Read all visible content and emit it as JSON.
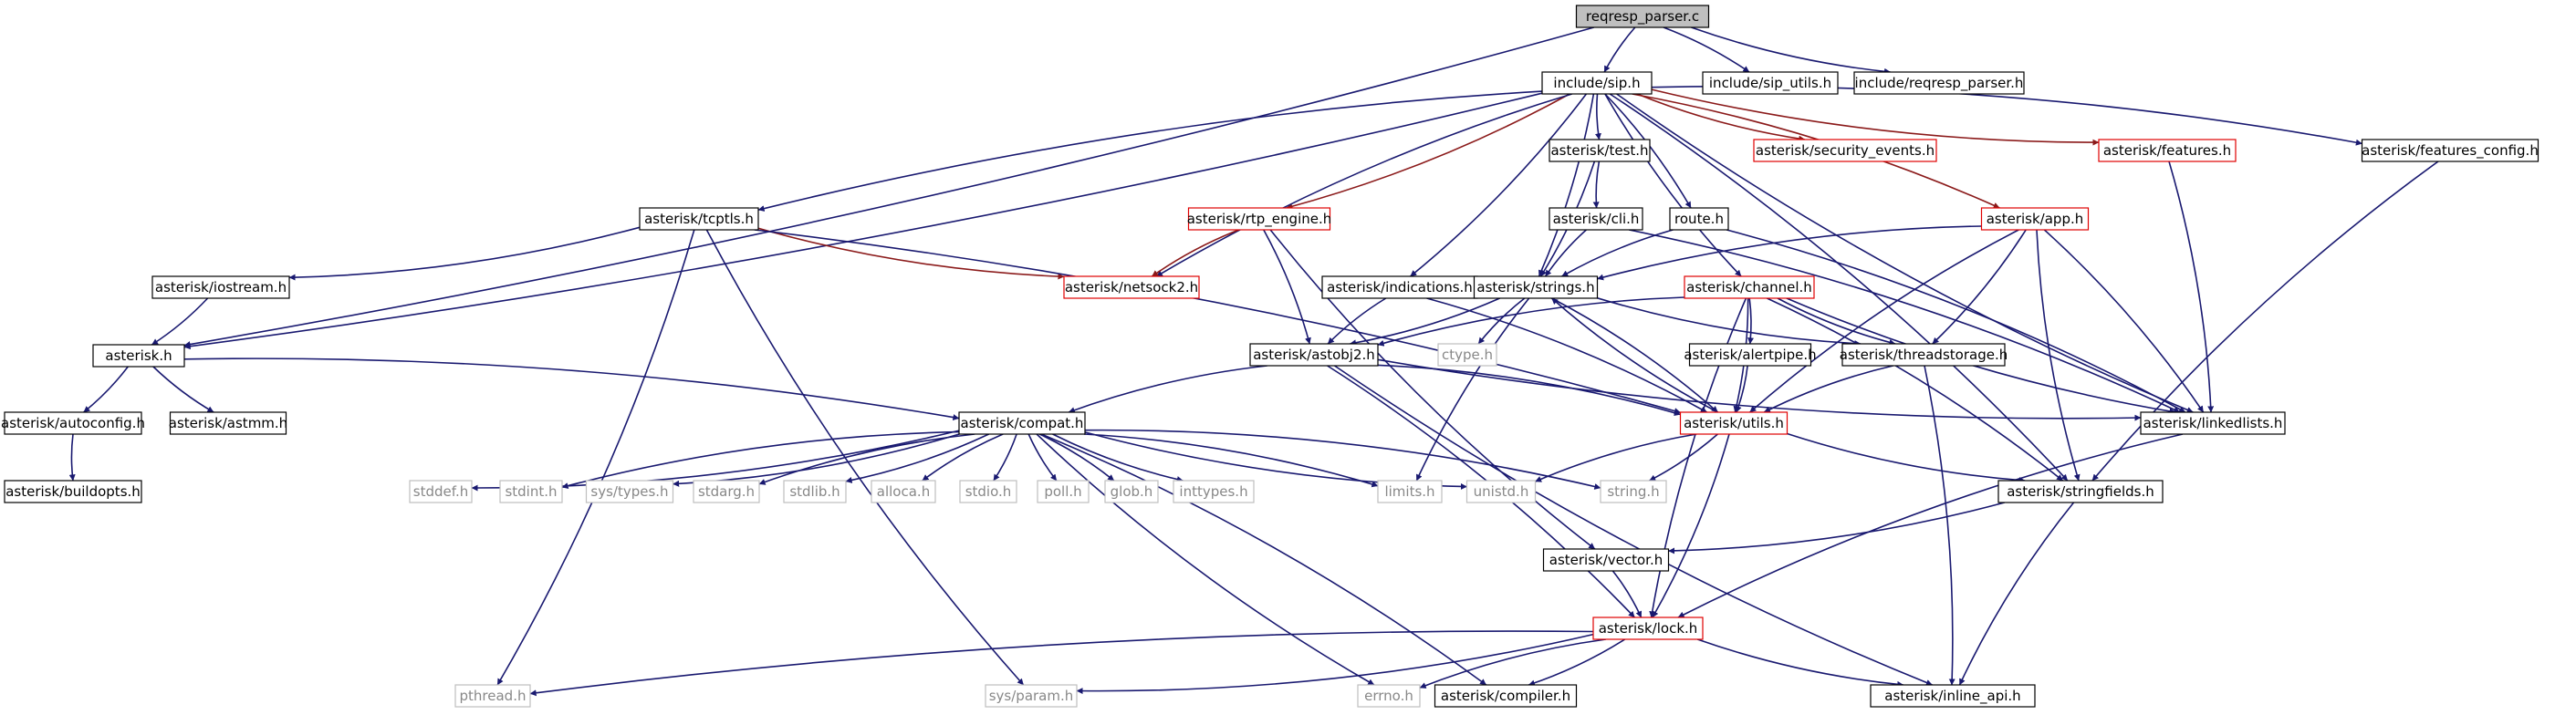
{
  "diagram": {
    "colors": {
      "edge": "#191970",
      "edge_alt": "#8b1a1a",
      "node_border": "#000000",
      "node_border_truncated": "#e00000",
      "node_border_missing": "#bfbfbf",
      "root_fill": "#bfbfbf",
      "text": "#000000",
      "text_missing": "#888888"
    },
    "nodes": [
      {
        "id": "reqresp_parser_c",
        "label": "reqresp_parser.c",
        "kind": "root"
      },
      {
        "id": "include_sip_h",
        "label": "include/sip.h",
        "kind": "normal"
      },
      {
        "id": "include_sip_utils_h",
        "label": "include/sip_utils.h",
        "kind": "normal"
      },
      {
        "id": "include_reqresp_parser_h",
        "label": "include/reqresp_parser.h",
        "kind": "normal"
      },
      {
        "id": "asterisk_h",
        "label": "asterisk.h",
        "kind": "normal"
      },
      {
        "id": "asterisk_test_h",
        "label": "asterisk/test.h",
        "kind": "normal"
      },
      {
        "id": "asterisk_security_events_h",
        "label": "asterisk/security_events.h",
        "kind": "truncated"
      },
      {
        "id": "asterisk_features_h",
        "label": "asterisk/features.h",
        "kind": "truncated"
      },
      {
        "id": "asterisk_features_config_h",
        "label": "asterisk/features_config.h",
        "kind": "normal"
      },
      {
        "id": "asterisk_tcptls_h",
        "label": "asterisk/tcptls.h",
        "kind": "normal"
      },
      {
        "id": "asterisk_rtp_engine_h",
        "label": "asterisk/rtp_engine.h",
        "kind": "truncated"
      },
      {
        "id": "asterisk_cli_h",
        "label": "asterisk/cli.h",
        "kind": "normal"
      },
      {
        "id": "route_h",
        "label": "route.h",
        "kind": "normal"
      },
      {
        "id": "asterisk_app_h",
        "label": "asterisk/app.h",
        "kind": "truncated"
      },
      {
        "id": "asterisk_iostream_h",
        "label": "asterisk/iostream.h",
        "kind": "normal"
      },
      {
        "id": "asterisk_netsock2_h",
        "label": "asterisk/netsock2.h",
        "kind": "truncated"
      },
      {
        "id": "asterisk_indications_h",
        "label": "asterisk/indications.h",
        "kind": "normal"
      },
      {
        "id": "asterisk_strings_h",
        "label": "asterisk/strings.h",
        "kind": "normal"
      },
      {
        "id": "asterisk_channel_h",
        "label": "asterisk/channel.h",
        "kind": "truncated"
      },
      {
        "id": "ctype_h",
        "label": "ctype.h",
        "kind": "missing"
      },
      {
        "id": "asterisk_astobj2_h",
        "label": "asterisk/astobj2.h",
        "kind": "normal"
      },
      {
        "id": "asterisk_alertpipe_h",
        "label": "asterisk/alertpipe.h",
        "kind": "normal"
      },
      {
        "id": "asterisk_threadstorage_h",
        "label": "asterisk/threadstorage.h",
        "kind": "normal"
      },
      {
        "id": "asterisk_autoconfig_h",
        "label": "asterisk/autoconfig.h",
        "kind": "normal"
      },
      {
        "id": "asterisk_astmm_h",
        "label": "asterisk/astmm.h",
        "kind": "normal"
      },
      {
        "id": "asterisk_compat_h",
        "label": "asterisk/compat.h",
        "kind": "normal"
      },
      {
        "id": "asterisk_utils_h",
        "label": "asterisk/utils.h",
        "kind": "truncated"
      },
      {
        "id": "asterisk_linkedlists_h",
        "label": "asterisk/linkedlists.h",
        "kind": "normal"
      },
      {
        "id": "asterisk_buildopts_h",
        "label": "asterisk/buildopts.h",
        "kind": "normal"
      },
      {
        "id": "stddef_h",
        "label": "stddef.h",
        "kind": "missing"
      },
      {
        "id": "stdint_h",
        "label": "stdint.h",
        "kind": "missing"
      },
      {
        "id": "sys_types_h",
        "label": "sys/types.h",
        "kind": "missing"
      },
      {
        "id": "stdarg_h",
        "label": "stdarg.h",
        "kind": "missing"
      },
      {
        "id": "stdlib_h",
        "label": "stdlib.h",
        "kind": "missing"
      },
      {
        "id": "alloca_h",
        "label": "alloca.h",
        "kind": "missing"
      },
      {
        "id": "stdio_h",
        "label": "stdio.h",
        "kind": "missing"
      },
      {
        "id": "poll_h",
        "label": "poll.h",
        "kind": "missing"
      },
      {
        "id": "glob_h",
        "label": "glob.h",
        "kind": "missing"
      },
      {
        "id": "inttypes_h",
        "label": "inttypes.h",
        "kind": "missing"
      },
      {
        "id": "limits_h",
        "label": "limits.h",
        "kind": "missing"
      },
      {
        "id": "unistd_h",
        "label": "unistd.h",
        "kind": "missing"
      },
      {
        "id": "string_h",
        "label": "string.h",
        "kind": "missing"
      },
      {
        "id": "asterisk_stringfields_h",
        "label": "asterisk/stringfields.h",
        "kind": "normal"
      },
      {
        "id": "asterisk_vector_h",
        "label": "asterisk/vector.h",
        "kind": "normal"
      },
      {
        "id": "asterisk_lock_h",
        "label": "asterisk/lock.h",
        "kind": "truncated"
      },
      {
        "id": "pthread_h",
        "label": "pthread.h",
        "kind": "missing"
      },
      {
        "id": "sys_param_h",
        "label": "sys/param.h",
        "kind": "missing"
      },
      {
        "id": "errno_h",
        "label": "errno.h",
        "kind": "missing"
      },
      {
        "id": "asterisk_compiler_h",
        "label": "asterisk/compiler.h",
        "kind": "normal"
      },
      {
        "id": "asterisk_inline_api_h",
        "label": "asterisk/inline_api.h",
        "kind": "normal"
      }
    ],
    "edges": [
      {
        "from": "reqresp_parser_c",
        "to": "asterisk_h"
      },
      {
        "from": "reqresp_parser_c",
        "to": "include_sip_h"
      },
      {
        "from": "reqresp_parser_c",
        "to": "include_sip_utils_h"
      },
      {
        "from": "reqresp_parser_c",
        "to": "include_reqresp_parser_h"
      },
      {
        "from": "include_sip_h",
        "to": "asterisk_h"
      },
      {
        "from": "include_sip_h",
        "to": "asterisk_tcptls_h"
      },
      {
        "from": "include_sip_h",
        "to": "asterisk_rtp_engine_h",
        "alt": true
      },
      {
        "from": "include_sip_h",
        "to": "asterisk_netsock2_h"
      },
      {
        "from": "include_sip_h",
        "to": "asterisk_indications_h"
      },
      {
        "from": "include_sip_h",
        "to": "asterisk_test_h"
      },
      {
        "from": "include_sip_h",
        "to": "asterisk_strings_h"
      },
      {
        "from": "include_sip_h",
        "to": "asterisk_channel_h"
      },
      {
        "from": "include_sip_h",
        "to": "route_h"
      },
      {
        "from": "include_sip_h",
        "to": "asterisk_security_events_h",
        "alt": true
      },
      {
        "from": "include_sip_h",
        "to": "asterisk_app_h",
        "alt": true
      },
      {
        "from": "include_sip_h",
        "to": "asterisk_features_h",
        "alt": true
      },
      {
        "from": "include_sip_h",
        "to": "asterisk_features_config_h"
      },
      {
        "from": "include_sip_h",
        "to": "asterisk_linkedlists_h"
      },
      {
        "from": "include_sip_h",
        "to": "asterisk_stringfields_h"
      },
      {
        "from": "asterisk_test_h",
        "to": "asterisk_cli_h"
      },
      {
        "from": "asterisk_test_h",
        "to": "asterisk_strings_h"
      },
      {
        "from": "asterisk_cli_h",
        "to": "asterisk_strings_h"
      },
      {
        "from": "asterisk_cli_h",
        "to": "asterisk_linkedlists_h"
      },
      {
        "from": "route_h",
        "to": "asterisk_strings_h"
      },
      {
        "from": "route_h",
        "to": "asterisk_linkedlists_h"
      },
      {
        "from": "asterisk_app_h",
        "to": "asterisk_strings_h"
      },
      {
        "from": "asterisk_app_h",
        "to": "asterisk_threadstorage_h"
      },
      {
        "from": "asterisk_app_h",
        "to": "asterisk_utils_h"
      },
      {
        "from": "asterisk_app_h",
        "to": "asterisk_linkedlists_h"
      },
      {
        "from": "asterisk_app_h",
        "to": "asterisk_stringfields_h"
      },
      {
        "from": "asterisk_features_h",
        "to": "asterisk_linkedlists_h"
      },
      {
        "from": "asterisk_features_config_h",
        "to": "asterisk_stringfields_h"
      },
      {
        "from": "asterisk_tcptls_h",
        "to": "asterisk_iostream_h"
      },
      {
        "from": "asterisk_tcptls_h",
        "to": "asterisk_netsock2_h",
        "alt": true
      },
      {
        "from": "asterisk_tcptls_h",
        "to": "pthread_h"
      },
      {
        "from": "asterisk_tcptls_h",
        "to": "sys_param_h"
      },
      {
        "from": "asterisk_tcptls_h",
        "to": "asterisk_utils_h"
      },
      {
        "from": "asterisk_rtp_engine_h",
        "to": "asterisk_netsock2_h",
        "alt": true
      },
      {
        "from": "asterisk_rtp_engine_h",
        "to": "asterisk_astobj2_h"
      },
      {
        "from": "asterisk_rtp_engine_h",
        "to": "asterisk_vector_h"
      },
      {
        "from": "asterisk_iostream_h",
        "to": "asterisk_h"
      },
      {
        "from": "asterisk_indications_h",
        "to": "asterisk_astobj2_h"
      },
      {
        "from": "asterisk_indications_h",
        "to": "asterisk_utils_h"
      },
      {
        "from": "asterisk_strings_h",
        "to": "ctype_h"
      },
      {
        "from": "asterisk_strings_h",
        "to": "asterisk_astobj2_h"
      },
      {
        "from": "asterisk_strings_h",
        "to": "asterisk_threadstorage_h"
      },
      {
        "from": "asterisk_strings_h",
        "to": "asterisk_utils_h"
      },
      {
        "from": "asterisk_strings_h",
        "to": "limits_h"
      },
      {
        "from": "asterisk_utils_h",
        "to": "asterisk_strings_h"
      },
      {
        "from": "asterisk_channel_h",
        "to": "asterisk_astobj2_h"
      },
      {
        "from": "asterisk_channel_h",
        "to": "asterisk_alertpipe_h"
      },
      {
        "from": "asterisk_channel_h",
        "to": "asterisk_threadstorage_h"
      },
      {
        "from": "asterisk_channel_h",
        "to": "asterisk_utils_h"
      },
      {
        "from": "asterisk_channel_h",
        "to": "asterisk_linkedlists_h"
      },
      {
        "from": "asterisk_channel_h",
        "to": "asterisk_stringfields_h"
      },
      {
        "from": "asterisk_channel_h",
        "to": "asterisk_lock_h"
      },
      {
        "from": "asterisk_alertpipe_h",
        "to": "asterisk_utils_h"
      },
      {
        "from": "asterisk_threadstorage_h",
        "to": "asterisk_utils_h"
      },
      {
        "from": "asterisk_threadstorage_h",
        "to": "asterisk_inline_api_h"
      },
      {
        "from": "asterisk_astobj2_h",
        "to": "asterisk_compat_h"
      },
      {
        "from": "asterisk_astobj2_h",
        "to": "asterisk_utils_h"
      },
      {
        "from": "asterisk_astobj2_h",
        "to": "asterisk_linkedlists_h"
      },
      {
        "from": "asterisk_astobj2_h",
        "to": "asterisk_lock_h"
      },
      {
        "from": "asterisk_astobj2_h",
        "to": "asterisk_inline_api_h"
      },
      {
        "from": "asterisk_h",
        "to": "asterisk_autoconfig_h"
      },
      {
        "from": "asterisk_h",
        "to": "asterisk_astmm_h"
      },
      {
        "from": "asterisk_h",
        "to": "asterisk_compat_h"
      },
      {
        "from": "asterisk_autoconfig_h",
        "to": "asterisk_buildopts_h"
      },
      {
        "from": "asterisk_compat_h",
        "to": "stddef_h"
      },
      {
        "from": "asterisk_compat_h",
        "to": "stdint_h"
      },
      {
        "from": "asterisk_compat_h",
        "to": "sys_types_h"
      },
      {
        "from": "asterisk_compat_h",
        "to": "stdarg_h"
      },
      {
        "from": "asterisk_compat_h",
        "to": "stdlib_h"
      },
      {
        "from": "asterisk_compat_h",
        "to": "alloca_h"
      },
      {
        "from": "asterisk_compat_h",
        "to": "stdio_h"
      },
      {
        "from": "asterisk_compat_h",
        "to": "poll_h"
      },
      {
        "from": "asterisk_compat_h",
        "to": "glob_h"
      },
      {
        "from": "asterisk_compat_h",
        "to": "inttypes_h"
      },
      {
        "from": "asterisk_compat_h",
        "to": "limits_h"
      },
      {
        "from": "asterisk_compat_h",
        "to": "unistd_h"
      },
      {
        "from": "asterisk_compat_h",
        "to": "string_h"
      },
      {
        "from": "asterisk_compat_h",
        "to": "errno_h"
      },
      {
        "from": "asterisk_compat_h",
        "to": "asterisk_compiler_h"
      },
      {
        "from": "asterisk_utils_h",
        "to": "unistd_h"
      },
      {
        "from": "asterisk_utils_h",
        "to": "string_h"
      },
      {
        "from": "asterisk_utils_h",
        "to": "asterisk_stringfields_h"
      },
      {
        "from": "asterisk_utils_h",
        "to": "asterisk_lock_h"
      },
      {
        "from": "asterisk_linkedlists_h",
        "to": "asterisk_lock_h"
      },
      {
        "from": "asterisk_stringfields_h",
        "to": "asterisk_vector_h"
      },
      {
        "from": "asterisk_stringfields_h",
        "to": "asterisk_inline_api_h"
      },
      {
        "from": "asterisk_vector_h",
        "to": "asterisk_lock_h"
      },
      {
        "from": "asterisk_lock_h",
        "to": "pthread_h"
      },
      {
        "from": "asterisk_lock_h",
        "to": "sys_param_h"
      },
      {
        "from": "asterisk_lock_h",
        "to": "errno_h"
      },
      {
        "from": "asterisk_lock_h",
        "to": "asterisk_compiler_h"
      },
      {
        "from": "asterisk_lock_h",
        "to": "asterisk_inline_api_h"
      }
    ]
  }
}
